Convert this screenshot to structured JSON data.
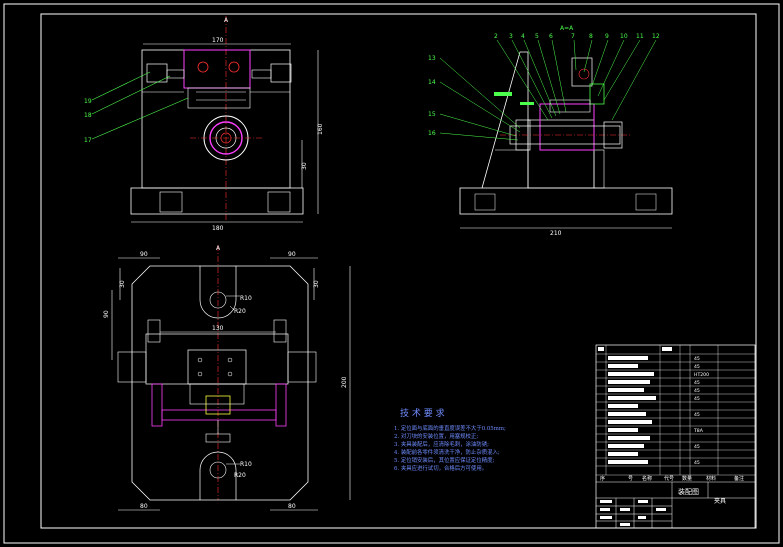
{
  "colors": {
    "background": "#000000",
    "outline": "#ffffff",
    "hidden": "#ff3030",
    "leader": "#4cff4c",
    "part": "#ff40ff",
    "text_blue": "#6f8cff"
  },
  "section_marker": "A",
  "section_marker_front": "A",
  "section_label_side": "A=A",
  "front_view": {
    "dim_top": "170",
    "dim_bottom": "180",
    "dim_height": "160",
    "dim_height_2": "30",
    "callouts": [
      "19",
      "18",
      "17"
    ]
  },
  "side_view": {
    "dim_bottom": "210",
    "callouts_top": [
      "2",
      "3",
      "4",
      "5",
      "6",
      "7",
      "8",
      "9",
      "10",
      "11",
      "12"
    ],
    "callouts_left": [
      "13",
      "14",
      "15",
      "16"
    ]
  },
  "plan_view": {
    "dim_top_left": "90",
    "dim_top_right": "90",
    "dim_bottom_left": "80",
    "dim_bottom_right": "80",
    "dim_left_small": "30",
    "dim_right_small": "30",
    "dim_left_mid": "90",
    "dim_center": "130",
    "dim_right_height": "200",
    "radius_r10_top": "R10",
    "radius_r20_top": "R20",
    "radius_r10_bottom": "R10",
    "radius_r20_bottom": "R20"
  },
  "tech_requirements": {
    "title": "技 术 要 求",
    "items": [
      "1. 定位面与底面的垂直度误差不大于0.05mm;",
      "2. 对刀块的安装位置，用塞规校正;",
      "3. 夹具装配后，应清除毛刺，涂油防锈;",
      "4. 装配前各零件须清洗干净，防止杂质混入;",
      "5. 定位销安装后，其位置应保证定位精度;",
      "6. 夹具应进行试切，合格后方可使用。"
    ]
  },
  "title_block": {
    "drawing_name": "装配图",
    "product_name": "夹具",
    "footer_labels": [
      "序",
      "号",
      "名称",
      "代号",
      "数量",
      "材料",
      "备注"
    ],
    "material_cells": [
      "45",
      "45",
      "HT200",
      "45",
      "45",
      "45",
      "45",
      "T8A",
      "45",
      "45"
    ]
  }
}
